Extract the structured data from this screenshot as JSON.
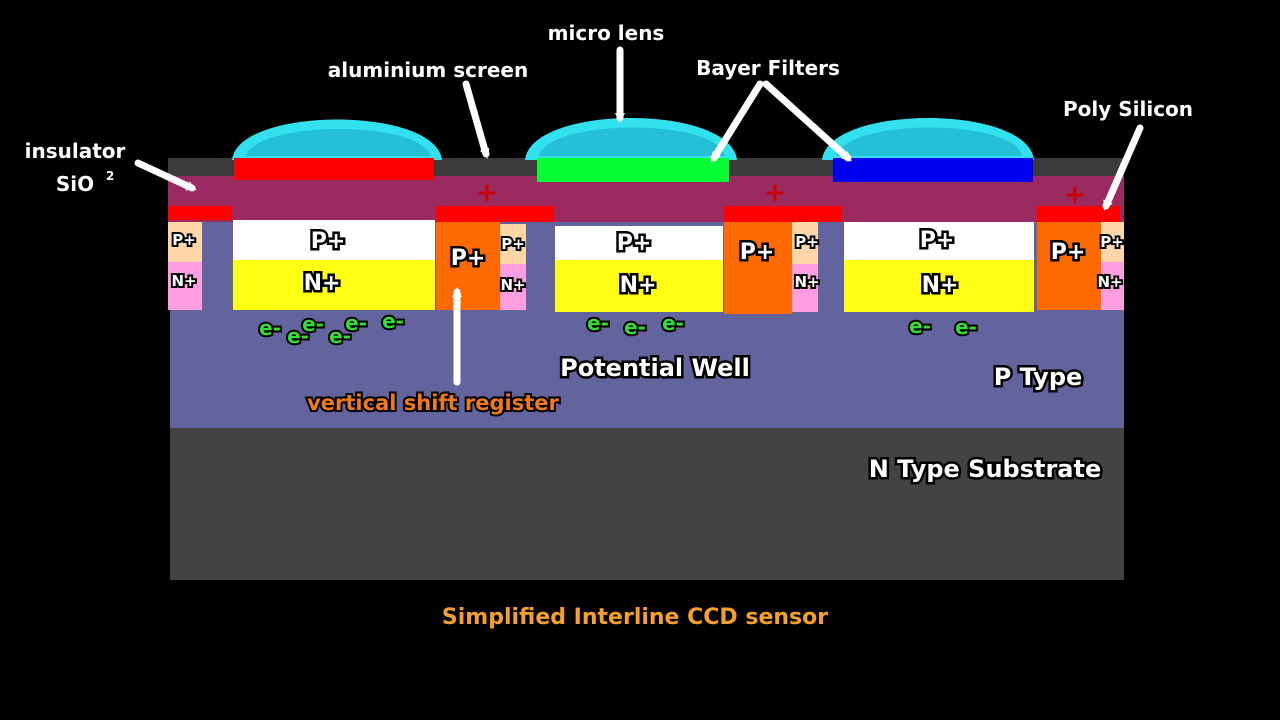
{
  "title": "Simplified Interline CCD sensor",
  "callouts": {
    "insulator_line1": "insulator",
    "insulator_line2": "SiO",
    "insulator_sub": "2",
    "aluminium_screen": "aluminium screen",
    "micro_lens": "micro lens",
    "bayer_filters": "Bayer Filters",
    "poly_silicon": "Poly Silicon",
    "vertical_shift_register": "vertical shift register"
  },
  "regions": {
    "potential_well": "Potential Well",
    "p_type": "P Type",
    "n_type_substrate": "N Type Substrate"
  },
  "doping": {
    "p_plus": "P+",
    "n_plus": "N+",
    "positive": "+",
    "electron": "e-"
  },
  "colors": {
    "background": "#000000",
    "substrate": "#434343",
    "p_type": "#63639d",
    "oxide": "#9a2a60",
    "screen": "#3b3b3b",
    "p_plus_layer": "#ffffff",
    "n_plus_layer": "#ffff14",
    "register": "#ff6a00",
    "gate": "#ff0000",
    "side_p": "#ffd6a8",
    "side_n": "#ff9ee0",
    "lens": "#33e0ee",
    "filter_red": "#ff0000",
    "filter_green": "#00ff33",
    "filter_blue": "#0000ee",
    "electron": "#33dd33",
    "caption": "#f5a02a"
  }
}
